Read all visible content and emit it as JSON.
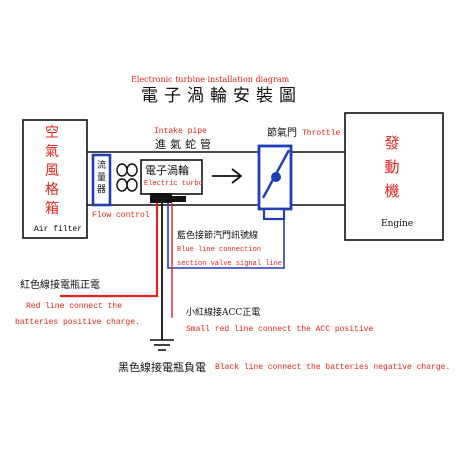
{
  "title": {
    "english": "Electronic turbine installation diagram",
    "chinese": "電子渦輪安裝圖"
  },
  "air_filter": {
    "chinese_vertical": "空氣風格箱",
    "label": "Air filter"
  },
  "intake_pipe": {
    "english": "Intake pipe",
    "chinese": "進氣蛇管"
  },
  "throttle": {
    "chinese": "節氣門",
    "english": "Throttle"
  },
  "engine": {
    "chinese_vertical": "發動機",
    "label": "Engine"
  },
  "flow_meter": {
    "chinese_vertical": "流量器",
    "english": "Flow control"
  },
  "turbo": {
    "chinese": "電子渦輪",
    "english": "Electric turbo"
  },
  "blue_line": {
    "chinese": "藍色接節汽門訊號線",
    "english_line1": "Blue line connection",
    "english_line2": "section valve signal line."
  },
  "red_line": {
    "chinese": "紅色線接電瓶正電",
    "english_line1": "Red line connect the",
    "english_line2": "batteries positive charge."
  },
  "small_red": {
    "chinese": "小紅線接ACC正電",
    "english": "Small red line connect the ACC positive"
  },
  "black_line": {
    "chinese": "黑色線接電瓶負電",
    "english": "Black line connect the batteries negative charge."
  },
  "colors": {
    "red": "#e0241b",
    "blue": "#1f3fb8",
    "black": "#111111"
  }
}
